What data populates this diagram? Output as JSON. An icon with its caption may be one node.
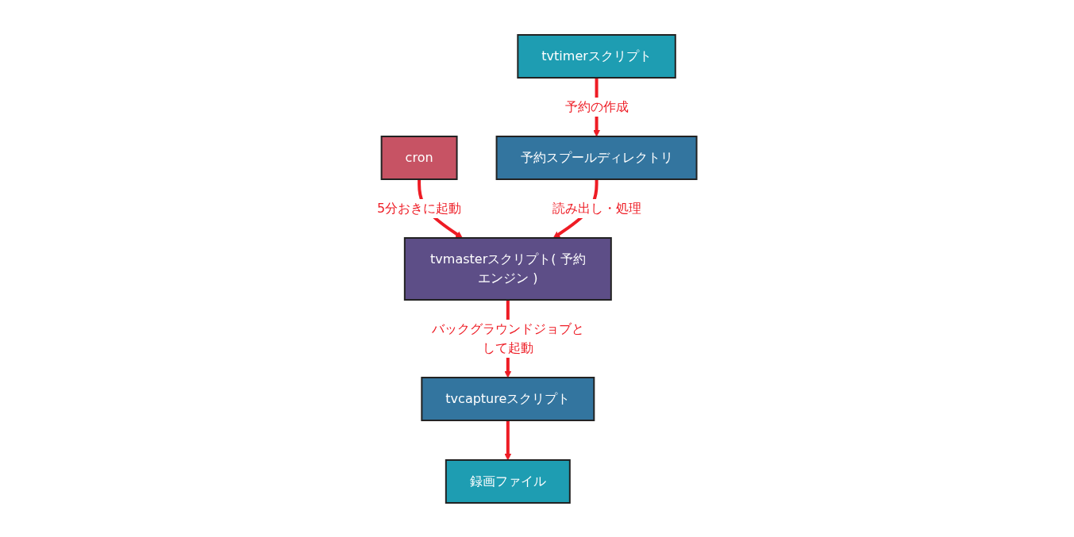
{
  "diagram": {
    "nodes": [
      {
        "text": [
          "cron"
        ]
      },
      {
        "text": [
          "tvmasterスクリプト( 予約エンジン )"
        ]
      },
      {
        "text": [
          "tvcaptureスクリプト"
        ]
      },
      {
        "text": [
          "録画ファイル"
        ]
      },
      {
        "text": [
          "予約スプールディレクトリ"
        ]
      },
      {
        "text": [
          "tvtimerスクリプト"
        ]
      }
    ],
    "edges": [
      {
        "from": 0,
        "to": 1,
        "arrow": "to",
        "label": "5分おきに起動"
      },
      {
        "from": 1,
        "to": 2,
        "arrow": "to",
        "label": "バックグラウンドジョブとして起動"
      },
      {
        "from": 2,
        "to": 3,
        "arrow": "to"
      },
      {
        "from": 4,
        "to": 1,
        "arrow": "to",
        "label": "読み出し・処理"
      },
      {
        "from": 5,
        "to": 4,
        "arrow": "to",
        "label": "予約の作成"
      }
    ]
  }
}
